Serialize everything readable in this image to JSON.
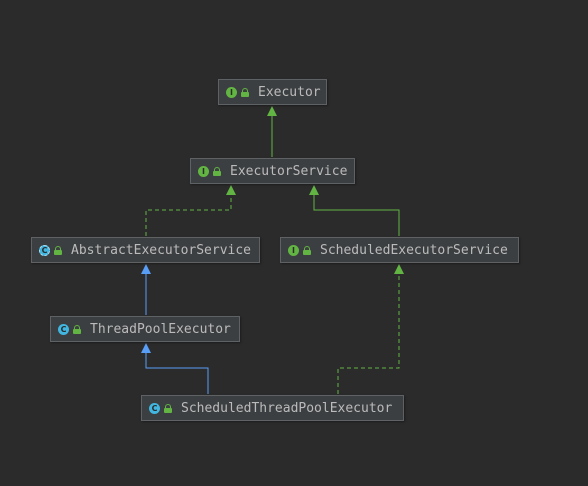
{
  "nodes": [
    {
      "label": "Executor",
      "kind": "interface",
      "badge_letter": "I"
    },
    {
      "label": "ExecutorService",
      "kind": "interface",
      "badge_letter": "I"
    },
    {
      "label": "AbstractExecutorService",
      "kind": "abstract-class",
      "badge_letter": "C"
    },
    {
      "label": "ScheduledExecutorService",
      "kind": "interface",
      "badge_letter": "I"
    },
    {
      "label": "ThreadPoolExecutor",
      "kind": "class",
      "badge_letter": "C"
    },
    {
      "label": "ScheduledThreadPoolExecutor",
      "kind": "class",
      "badge_letter": "C"
    }
  ],
  "relations": [
    {
      "from": "ExecutorService",
      "to": "Executor",
      "type": "extends"
    },
    {
      "from": "AbstractExecutorService",
      "to": "ExecutorService",
      "type": "implements"
    },
    {
      "from": "ScheduledExecutorService",
      "to": "ExecutorService",
      "type": "extends"
    },
    {
      "from": "ThreadPoolExecutor",
      "to": "AbstractExecutorService",
      "type": "extends"
    },
    {
      "from": "ScheduledThreadPoolExecutor",
      "to": "ThreadPoolExecutor",
      "type": "extends"
    },
    {
      "from": "ScheduledThreadPoolExecutor",
      "to": "ScheduledExecutorService",
      "type": "implements"
    }
  ],
  "colors": {
    "interface_extends": "#62b543",
    "class_extends": "#589df6",
    "implements": "#62b543"
  }
}
